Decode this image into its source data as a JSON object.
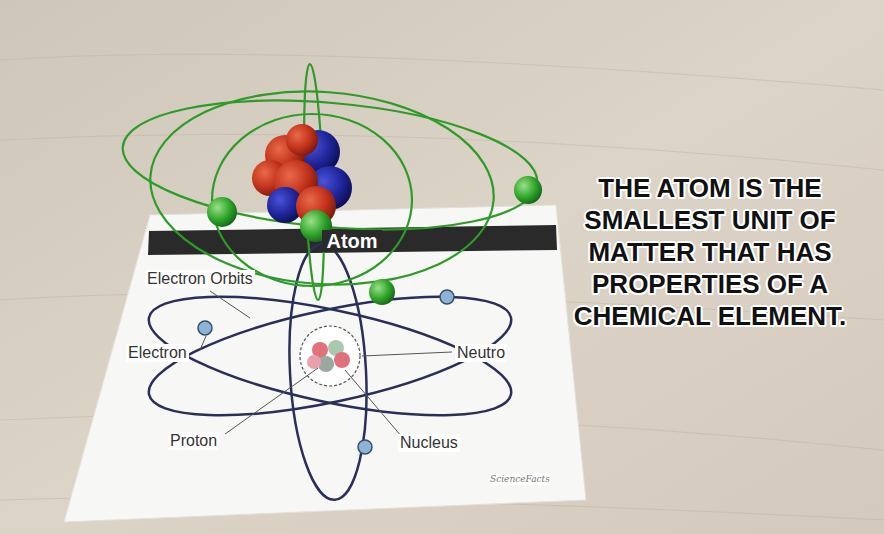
{
  "diagram": {
    "title": "Atom",
    "labels": [
      "Electron Orbits",
      "Electron",
      "Neutro",
      "Proton",
      "Nucleus",
      "ScienceFacts",
      "THE ATOM IS THE SMALLEST UNIT OF MATTER THAT HAS PROPERTIES OF A CHEMICAL ELEMENT."
    ]
  }
}
